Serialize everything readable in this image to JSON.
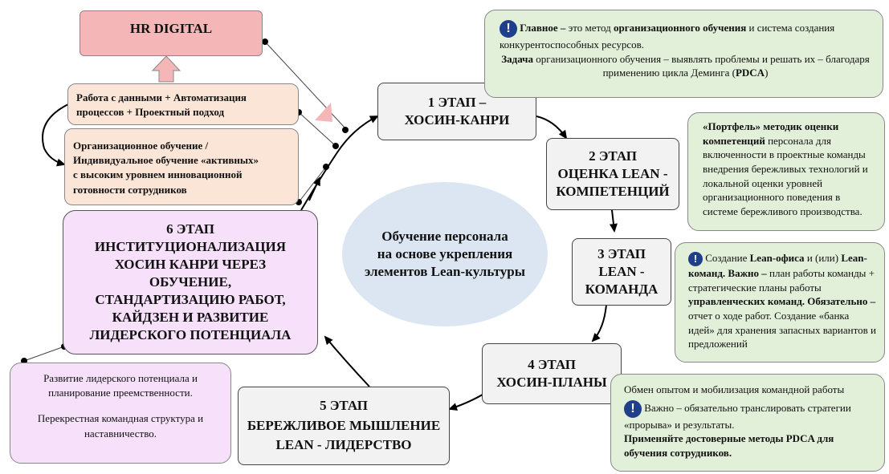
{
  "hr": {
    "title": "HR DIGITAL"
  },
  "center": {
    "line1": "Обучение персонала",
    "line2": "на основе укрепления",
    "line3": "элементов Lean-культуры"
  },
  "stages": [
    {
      "line1": "1 ЭТАП –",
      "line2": "ХОСИН-КАНРИ"
    },
    {
      "line1": "2 ЭТАП",
      "line2": "ОЦЕНКА LEAN -",
      "line3": "КОМПЕТЕНЦИЙ"
    },
    {
      "line1": "3 ЭТАП",
      "line2": "LEAN -",
      "line3": "КОМАНДА"
    },
    {
      "line1": "4 ЭТАП",
      "line2": "ХОСИН-ПЛАНЫ"
    },
    {
      "line1": "5 ЭТАП",
      "line2": "БЕРЕЖЛИВОЕ МЫШЛЕНИЕ",
      "line3": "LEAN - ЛИДЕРСТВО"
    },
    {
      "lines": [
        "6 ЭТАП",
        "ИНСТИТУЦИОНАЛИЗАЦИЯ",
        "ХОСИН КАНРИ ЧЕРЕЗ",
        "ОБУЧЕНИЕ,",
        "СТАНДАРТИЗАЦИЮ РАБОТ,",
        "КАЙДЗЕН И РАЗВИТИЕ",
        "ЛИДЕРСКОГО ПОТЕНЦИАЛА"
      ]
    }
  ],
  "left_notes": {
    "data_box": {
      "line1": "Работа с данными + Автоматизация",
      "line2": "процессов + Проектный подход"
    },
    "learning_box": {
      "lines": [
        "Организационное обучение /",
        "Индивидуальное обучение «активных»",
        "с высоким уровнем инновационной",
        "готовности сотрудников"
      ]
    },
    "leader_box": {
      "p1": "Развитие лидерского потенциала и планирование преемственности.",
      "p2": "Перекрестная командная структура и наставничество."
    }
  },
  "notes": {
    "n1": {
      "b1": "Главное –",
      "t1": " это метод ",
      "b2": "организационного обучения",
      "t2": " и система создания конкурентоспособных ресурсов.",
      "b3": "Задача",
      "t3": " организационного обучения – выявлять проблемы и решать их – благодаря применению цикла Деминга (",
      "b4": "PDCA",
      "t4": ")"
    },
    "n2": {
      "b1": "«Портфель» методик оценки компетенций",
      "t1": " персонала для включенности в проектные команды внедрения бережливых технологий и локальной оценки уровней организационного поведения в системе бережливого производства."
    },
    "n3": {
      "t1": " Создание ",
      "b1": "Lean-офиса",
      "t2": " и (или) ",
      "b2": "Lean-команд. Важно –",
      "t3": " план работы команды + стратегические планы работы ",
      "b3": "управленческих команд.",
      "b4": "Обязательно –",
      "t4": " отчет о ходе работ. Создание «банка идей» для хранения запасных вариантов и предложений"
    },
    "n4": {
      "t1": "Обмен опытом и мобилизация командной работы",
      "t2": "Важно – обязательно транслировать стратегии «прорыва» и результаты.",
      "b1": "Применяйте достоверные методы PDCA для обучения сотрудников."
    }
  },
  "icons": {
    "exclamation": "!"
  },
  "colors": {
    "hr_fill": "#f4b6b6",
    "peach": "#fbe5d6",
    "green": "#e2efd9",
    "lavender": "#f6e0fa",
    "center_ellipse": "#dce6f2",
    "icon_blue": "#1f3f8a",
    "arrow_pink": "#f4b6b6"
  }
}
